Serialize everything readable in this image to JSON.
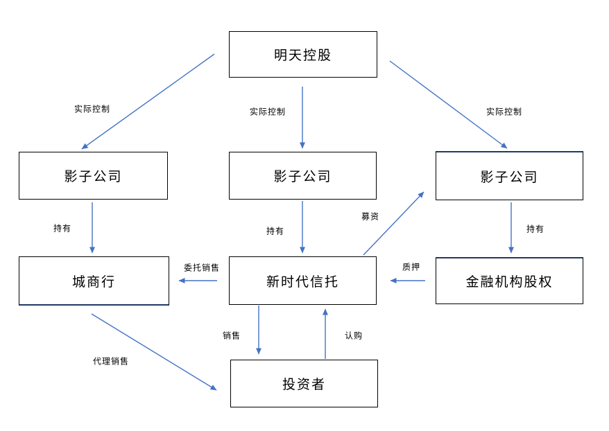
{
  "colors": {
    "background": "#ffffff",
    "box_fill": "#ffffff",
    "box_border": "#000000",
    "box_accent_edge": "#1f3864",
    "arrow": "#4472c4",
    "text": "#000000"
  },
  "diagram": {
    "nodes": [
      {
        "id": "mingtian-holding",
        "label": "明天控股"
      },
      {
        "id": "shadow-company-left",
        "label": "影子公司"
      },
      {
        "id": "shadow-company-middle",
        "label": "影子公司"
      },
      {
        "id": "shadow-company-right",
        "label": "影子公司"
      },
      {
        "id": "city-commercial-bank",
        "label": "城商行"
      },
      {
        "id": "new-era-trust",
        "label": "新时代信托"
      },
      {
        "id": "financial-inst-equity",
        "label": "金融机构股权"
      },
      {
        "id": "investors",
        "label": "投资者"
      }
    ],
    "edge_labels": [
      {
        "id": "actual-control-left",
        "label": "实际控制"
      },
      {
        "id": "actual-control-middle",
        "label": "实际控制"
      },
      {
        "id": "actual-control-right",
        "label": "实际控制"
      },
      {
        "id": "hold-left",
        "label": "持有"
      },
      {
        "id": "hold-middle",
        "label": "持有"
      },
      {
        "id": "hold-right",
        "label": "持有"
      },
      {
        "id": "entrusted-sales",
        "label": "委托销售"
      },
      {
        "id": "fundraising",
        "label": "募资"
      },
      {
        "id": "pledge",
        "label": "质押"
      },
      {
        "id": "sales",
        "label": "销售"
      },
      {
        "id": "subscription",
        "label": "认购"
      },
      {
        "id": "agency-sales",
        "label": "代理销售"
      }
    ]
  }
}
